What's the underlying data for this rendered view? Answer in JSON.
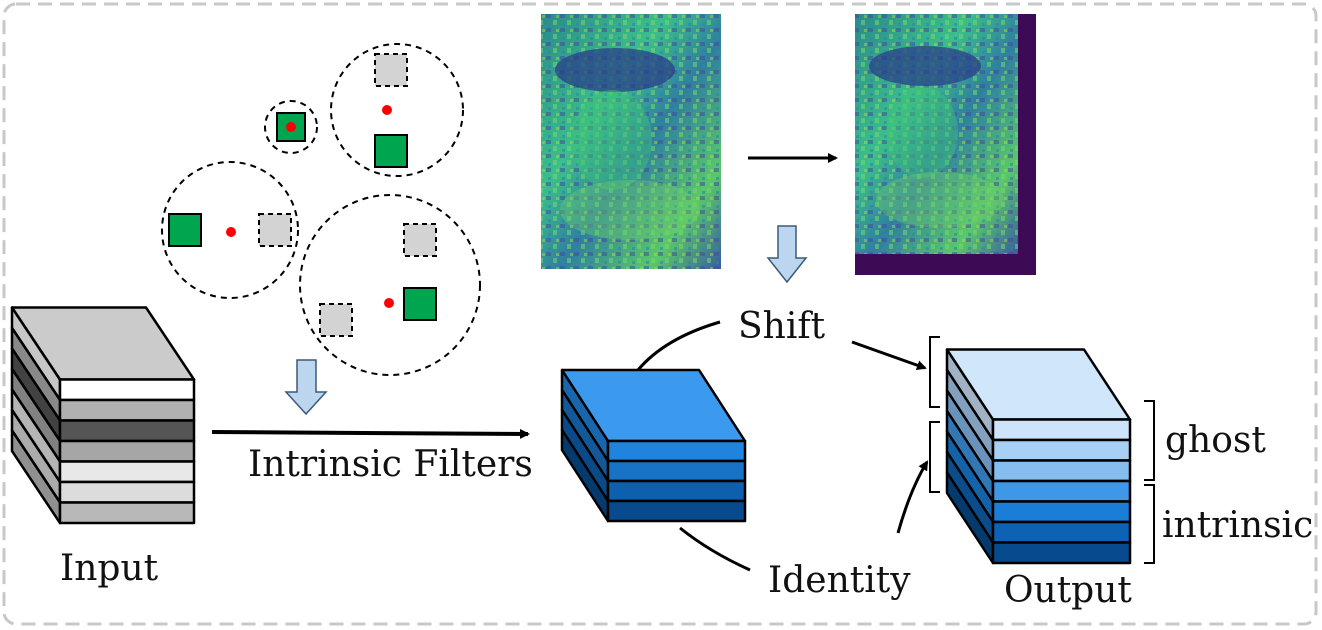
{
  "labels": {
    "input": "Input",
    "intrinsic_filters": "Intrinsic Filters",
    "shift": "Shift",
    "identity": "Identity",
    "output": "Output",
    "ghost": "ghost",
    "intrinsic": "intrinsic"
  },
  "colors": {
    "border_dash": "#c8c8c8",
    "kernel_active": "#00a550",
    "kernel_inactive": "#d3d3d3",
    "kernel_center": "#ff0000",
    "hollow_arrow_fill": "#bcd6ef",
    "hollow_arrow_stroke": "#3a5a7a",
    "feature_padding": "#3d0a55",
    "intrinsic_block_top": "#3c9aee",
    "output_block_top": "#cfe6fb"
  },
  "input_block": {
    "layer_colors": [
      "#ffffff",
      "#b0b0b0",
      "#555555",
      "#a6a6a6",
      "#e8e8e8",
      "#dcdcdc",
      "#b8b8b8"
    ],
    "top_color": "#cbcbcb"
  },
  "intrinsic_block": {
    "layer_colors": [
      "#1f84dd",
      "#1872c6",
      "#0e5fae",
      "#074a8e"
    ]
  },
  "output_block": {
    "layer_colors": [
      "#cde4fb",
      "#a8cff4",
      "#86bdef",
      "#3f97e8",
      "#1a7ed8",
      "#0e62b4",
      "#074a8e"
    ]
  }
}
